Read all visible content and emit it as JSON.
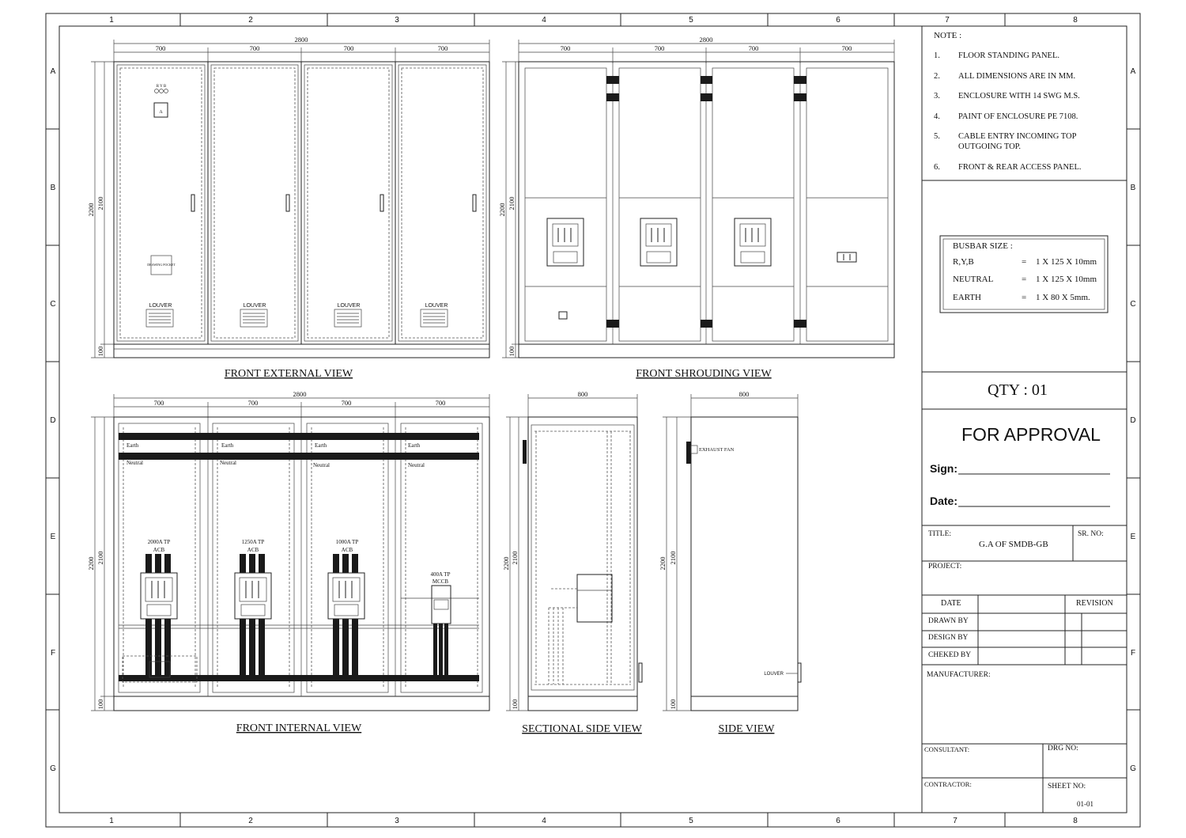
{
  "grid": {
    "columns": [
      "1",
      "2",
      "3",
      "4",
      "5",
      "6",
      "7",
      "8"
    ],
    "rows": [
      "A",
      "B",
      "C",
      "D",
      "E",
      "F",
      "G"
    ]
  },
  "dimensions": {
    "total_width": "2800",
    "section_width": "700",
    "height_outer": "2200",
    "height_inner": "2100",
    "base": "100",
    "depth": "800"
  },
  "labels": {
    "louver": "LOUVER",
    "earth": "Earth",
    "neutral": "Neutral",
    "drawing_pocket": "DRAWING POCKET",
    "exhaust_fan": "EXHAUST FAN",
    "indicator_letters": "R Y B",
    "meter_label": "A"
  },
  "views": {
    "front_external": "FRONT EXTERNAL VIEW",
    "front_shrouding": "FRONT SHROUDING VIEW",
    "front_internal": "FRONT INTERNAL VIEW",
    "sectional_side": "SECTIONAL SIDE VIEW",
    "side": "SIDE VIEW"
  },
  "breakers": [
    {
      "line1": "2000A TP",
      "line2": "ACB"
    },
    {
      "line1": "1250A TP",
      "line2": "ACB"
    },
    {
      "line1": "1000A TP",
      "line2": "ACB"
    },
    {
      "line1": "400A TP",
      "line2": "MCCB"
    }
  ],
  "notes": {
    "heading": "NOTE :",
    "items": [
      {
        "num": "1.",
        "text": "FLOOR STANDING PANEL."
      },
      {
        "num": "2.",
        "text": "ALL DIMENSIONS ARE IN MM."
      },
      {
        "num": "3.",
        "text": "ENCLOSURE WITH 14 SWG M.S."
      },
      {
        "num": "4.",
        "text": "PAINT OF ENCLOSURE PE 7108."
      },
      {
        "num": "5.",
        "text": "CABLE ENTRY INCOMING TOP"
      },
      {
        "num": "",
        "text": "OUTGOING TOP."
      },
      {
        "num": "6.",
        "text": "FRONT & REAR ACCESS PANEL."
      }
    ]
  },
  "busbar": {
    "heading": "BUSBAR SIZE :",
    "rows": [
      {
        "name": "R,Y,B",
        "sep": "=",
        "value": "1 X 125 X 10mm"
      },
      {
        "name": "NEUTRAL",
        "sep": "=",
        "value": "1 X 125 X 10mm"
      },
      {
        "name": "EARTH",
        "sep": "=",
        "value": "1 X 80 X 5mm."
      }
    ]
  },
  "title_block": {
    "qty": "QTY : 01",
    "status": "FOR APPROVAL",
    "sign_label": "Sign:",
    "date_label": "Date:",
    "title_label": "TITLE:",
    "title_value": "G.A OF SMDB-GB",
    "sr_no_label": "SR. NO:",
    "project_label": "PROJECT:",
    "date_header": "DATE",
    "revision_header": "REVISION",
    "drawn_by": "DRAWN BY",
    "design_by": "DESIGN BY",
    "checked_by": "CHEKED BY",
    "manufacturer_label": "MANUFACTURER:",
    "consultant_label": "CONSULTANT:",
    "drg_no_label": "DRG NO:",
    "contractor_label": "CONTRACTOR:",
    "sheet_no_label": "SHEET NO:",
    "sheet_no_value": "01-01"
  }
}
